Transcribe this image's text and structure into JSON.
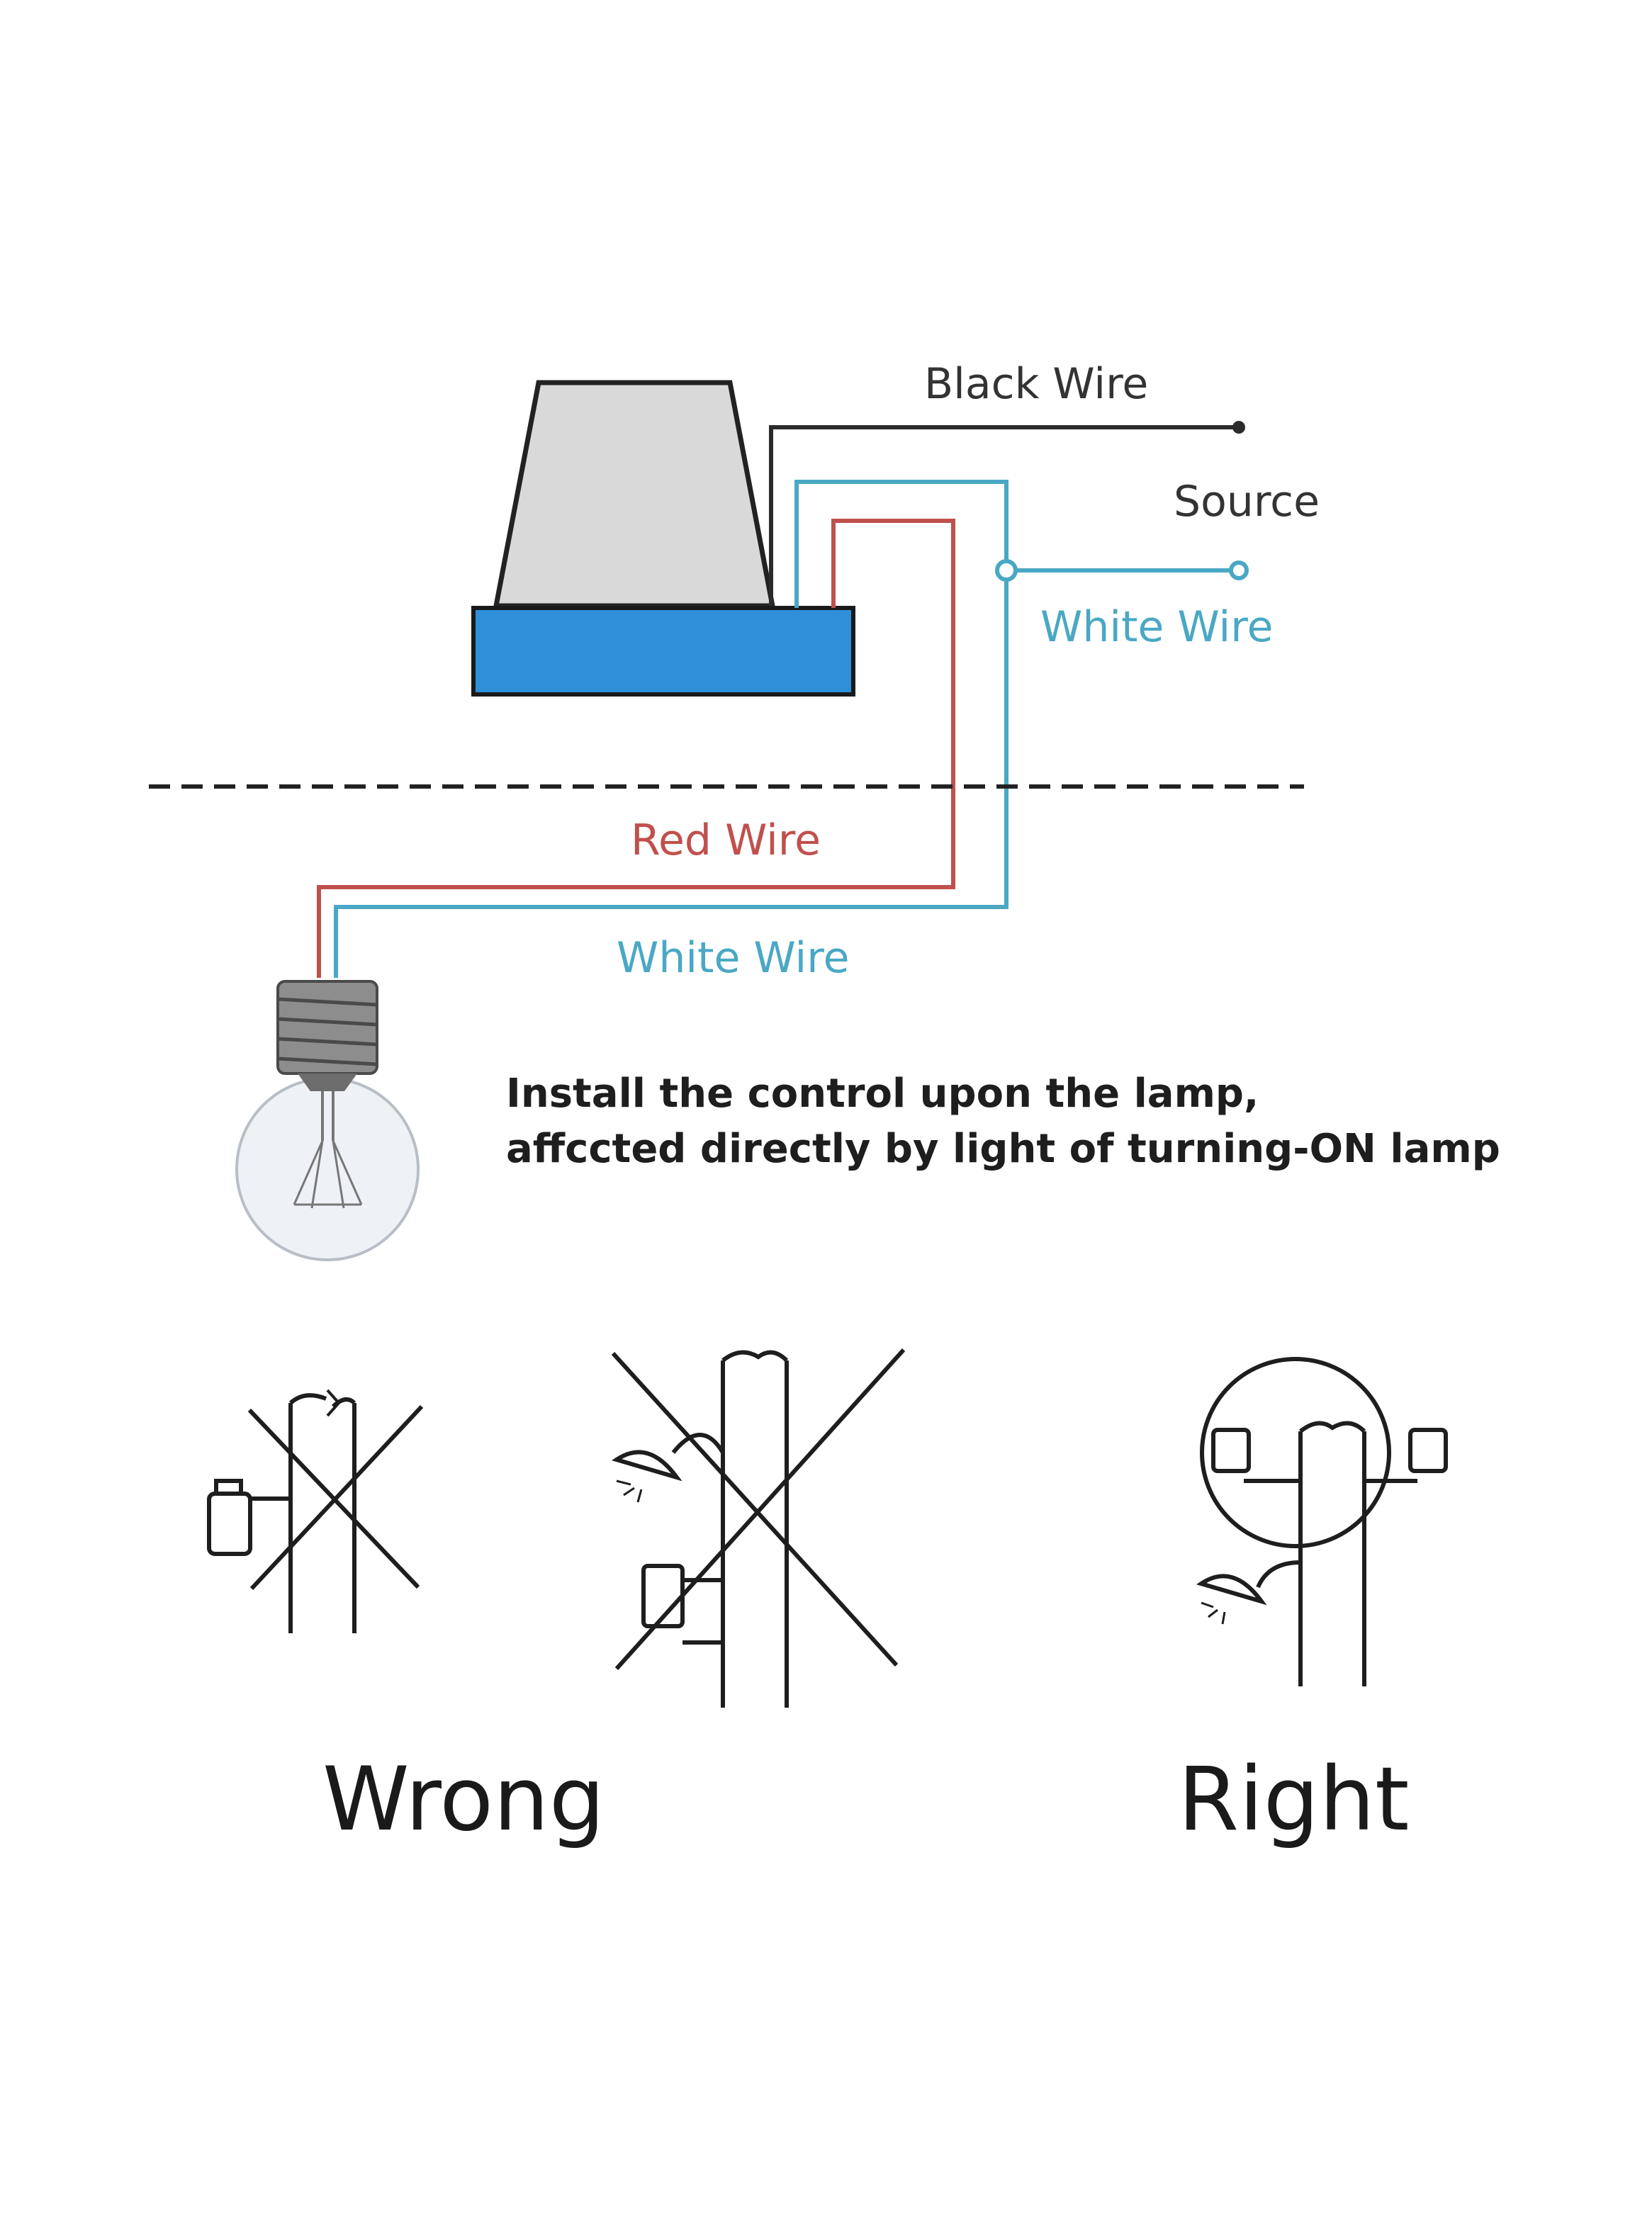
{
  "labels": {
    "black_wire": "Black Wire",
    "source": "Source",
    "white_wire_top": "White Wire",
    "red_wire": "Red Wire",
    "white_wire_bottom": "White Wire"
  },
  "note": {
    "line1": "Install the control upon the lamp,",
    "line2": "affccted directly by light of turning-ON lamp"
  },
  "verdicts": {
    "wrong": "Wrong",
    "right": "Right"
  },
  "colors": {
    "black_wire": "#2b2b2b",
    "white_wire": "#4aa8c4",
    "red_wire": "#c0504d",
    "sensor_base": "#2f8fd8",
    "sensor_dome": "#d9d9d9"
  },
  "icons": [
    "photocell-sensor-icon",
    "light-bulb-icon",
    "pole-icon",
    "street-lamp-icon",
    "cross-mark-icon",
    "circle-highlight-icon"
  ]
}
